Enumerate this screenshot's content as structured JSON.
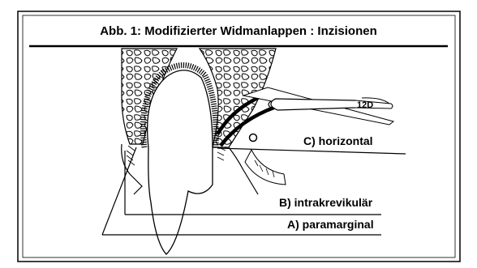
{
  "figure": {
    "title": "Abb. 1: Modifizierter Widmanlappen  : Inzisionen"
  },
  "instrument": {
    "label": "12D"
  },
  "labels": {
    "horizontal": "C) horizontal",
    "intrakrevikular": "B) intrakrevikulär",
    "paramarginal": "A) paramarginal"
  }
}
